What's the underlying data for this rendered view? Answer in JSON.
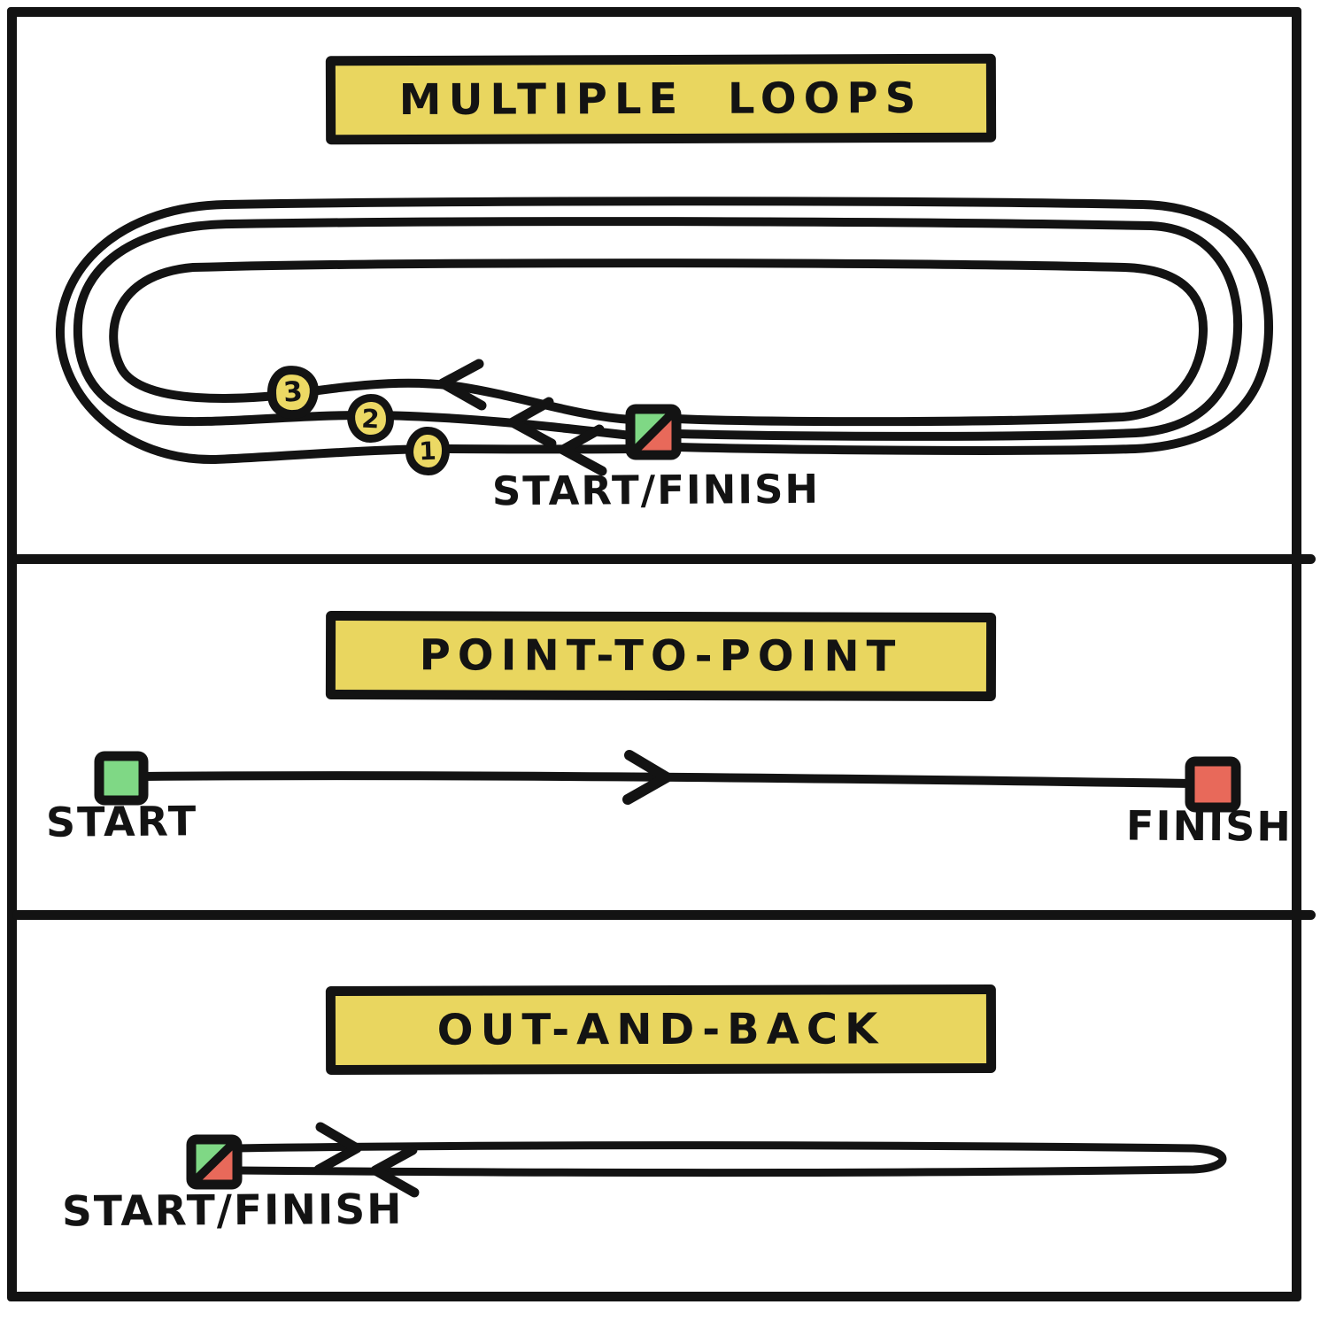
{
  "colors": {
    "paper": "#ffffff",
    "ink": "#131313",
    "banner_yellow": "#e9d65f",
    "marker_yellow": "#ecd964",
    "start_green": "#7fd885",
    "finish_red": "#e8695a"
  },
  "panels": [
    {
      "id": "multiple-loops",
      "title": "MULTIPLE LOOPS",
      "start_finish_label": "START/FINISH",
      "loop_markers": [
        "3",
        "2",
        "1"
      ]
    },
    {
      "id": "point-to-point",
      "title": "POINT-TO-POINT",
      "start_label": "START",
      "finish_label": "FINISH"
    },
    {
      "id": "out-and-back",
      "title": "OUT-AND-BACK",
      "start_finish_label": "START/FINISH"
    }
  ]
}
